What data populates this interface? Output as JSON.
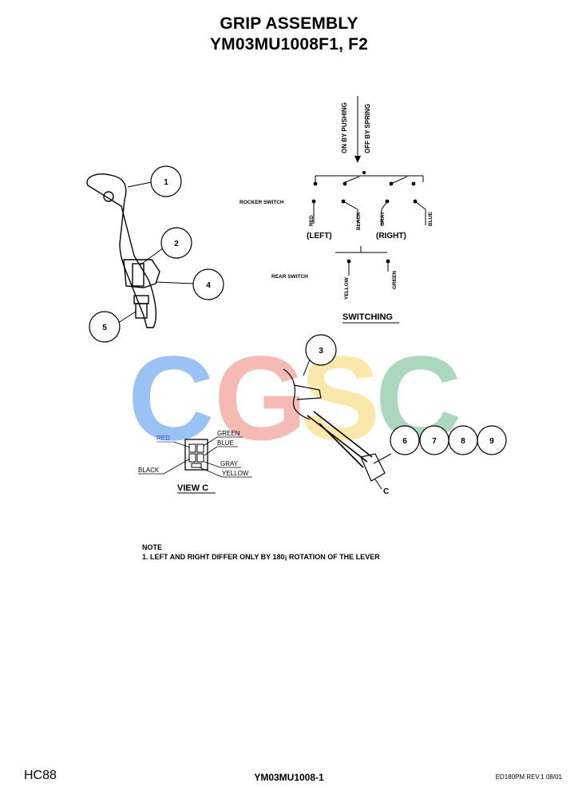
{
  "header": {
    "title": "GRIP ASSEMBLY",
    "model": "YM03MU1008F1, F2"
  },
  "callouts": [
    "1",
    "2",
    "3",
    "4",
    "5",
    "6",
    "7",
    "8",
    "9"
  ],
  "switching": {
    "on_label": "ON BY PUSHING",
    "off_label": "OFF BY SPRING",
    "rocker_label": "ROCKER SWITCH",
    "rear_label": "REAR SWITCH",
    "left_label": "(LEFT)",
    "right_label": "(RIGHT)",
    "wires_rocker": [
      "RED",
      "BLACK",
      "GRAY",
      "BLUE"
    ],
    "wires_rear": [
      "YELLOW",
      "GREEN"
    ],
    "section_title": "SWITCHING"
  },
  "view_c": {
    "title": "VIEW  C",
    "pins": [
      "RED",
      "GREEN",
      "BLUE",
      "BLACK",
      "GRAY",
      "YELLOW"
    ],
    "pointer_letter": "C"
  },
  "watermark": {
    "letters": [
      "C",
      "G",
      "S",
      "C"
    ],
    "colors": [
      "#7aaef2",
      "#f3a49b",
      "#f9df8e",
      "#8fcca8"
    ]
  },
  "note": {
    "heading": "NOTE",
    "line1": "1. LEFT AND RIGHT DIFFER ONLY BY 180¡ ROTATION OF THE LEVER"
  },
  "footer": {
    "left": "HC88",
    "center": "YM03MU1008-1",
    "right": "ED180PM REV.1 08/01"
  }
}
